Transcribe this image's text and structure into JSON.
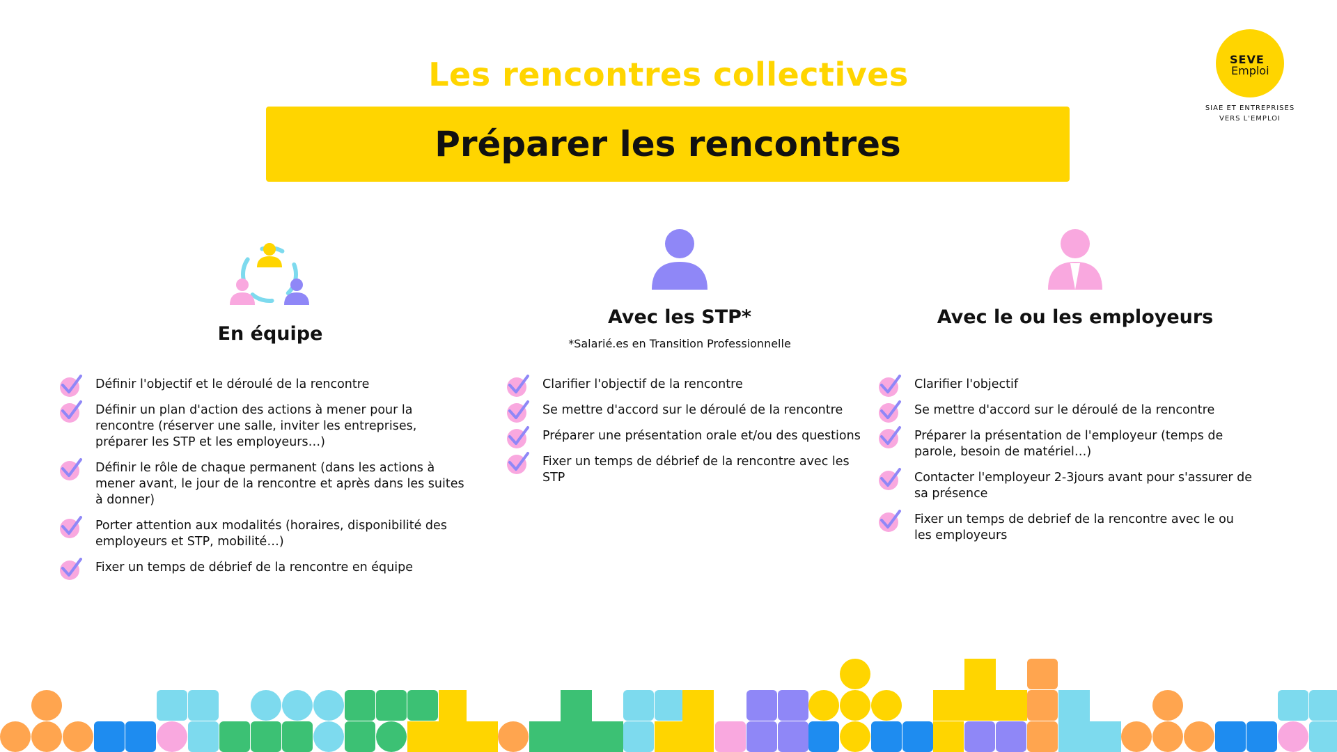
{
  "header": {
    "title": "Les rencontres collectives",
    "banner": "Préparer les rencontres"
  },
  "logo": {
    "line1": "SEVE",
    "line2": "Emploi",
    "tagline_1": "SIAE ET ENTREPRISES",
    "tagline_2": "VERS L'EMPLOI"
  },
  "colors": {
    "yellow": "#FFD500",
    "pink": "#F9A8DF",
    "purple": "#8F87F7",
    "cyan": "#7DDAEE",
    "orange": "#FFA54F",
    "green": "#3CC174",
    "blue": "#1E8CF0"
  },
  "columns": [
    {
      "icon": "team-icon",
      "heading": "En équipe",
      "items": [
        "Définir l'objectif et le déroulé de la rencontre",
        "Définir un plan d'action des actions à mener pour la rencontre (réserver une salle, inviter les entreprises, préparer les STP et les employeurs…)",
        "Définir le rôle de chaque permanent (dans les actions à mener avant, le jour de la rencontre et après dans les suites à donner)",
        "Porter attention aux modalités (horaires, disponibilité des employeurs et STP, mobilité…)",
        "Fixer un temps de débrief de la rencontre en équipe"
      ]
    },
    {
      "icon": "person-icon",
      "heading": "Avec les STP*",
      "subheading": "*Salarié.es en Transition Professionnelle",
      "items": [
        "Clarifier l'objectif de la rencontre",
        "Se mettre d'accord sur le déroulé de la rencontre",
        "Préparer une présentation orale et/ou des questions",
        "Fixer un temps de débrief de la rencontre avec les STP"
      ]
    },
    {
      "icon": "employer-icon",
      "heading": "Avec le ou les employeurs",
      "items": [
        "Clarifier l'objectif",
        "Se mettre d'accord sur le déroulé de la rencontre",
        "Préparer la présentation de l'employeur (temps de parole, besoin de matériel…)",
        "Contacter l'employeur 2-3jours avant pour s'assurer de sa présence",
        "Fixer un temps de debrief de la rencontre avec le ou les employeurs"
      ]
    }
  ]
}
